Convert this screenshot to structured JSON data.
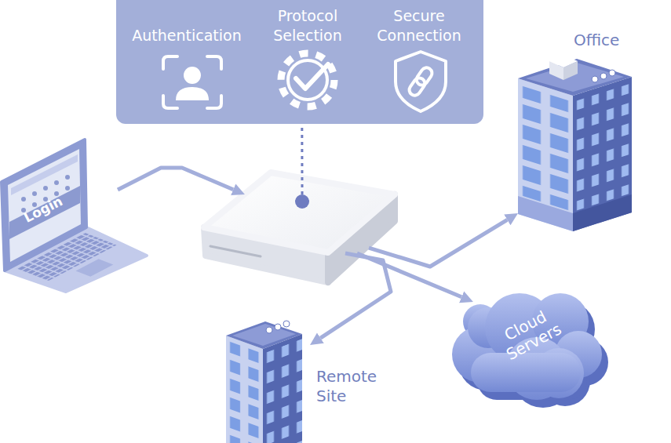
{
  "diagram": {
    "nodes": [
      {
        "text": [
          "Authentication",
          "Protocol Selection",
          "Secure Connection"
        ]
      },
      {
        "text": [
          "Office"
        ]
      },
      {
        "text": [
          "Login"
        ]
      },
      {
        "text": []
      },
      {
        "text": [
          "Cloud Servers"
        ]
      },
      {
        "text": [
          "Remote Site"
        ]
      }
    ],
    "edges": [
      {
        "from": 2,
        "to": 3,
        "arrow": "to"
      },
      {
        "from": 3,
        "to": 0,
        "arrow": "none"
      },
      {
        "from": 3,
        "to": 1,
        "arrow": "to"
      },
      {
        "from": 3,
        "to": 4,
        "arrow": "to"
      },
      {
        "from": 3,
        "to": 5,
        "arrow": "to"
      }
    ]
  }
}
